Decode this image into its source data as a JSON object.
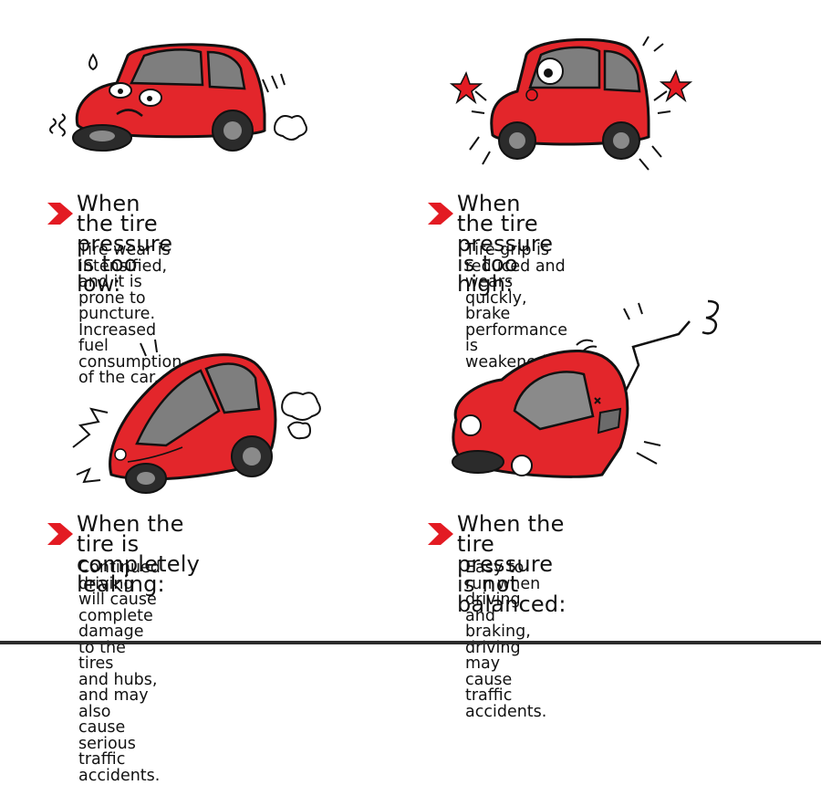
{
  "panels": [
    {
      "heading": "When the tire pressure\nis too low:",
      "body": "Tire wear is intensified,\nand it is prone to puncture.\nIncreased fuel consumption\nof the car.",
      "art": "sad-car-flat-tire"
    },
    {
      "heading": "When the tire pressure\nis too high:",
      "body": "Tire grip is reduced and wears\nquickly, brake performance is\nweakened.",
      "art": "bouncing-car"
    },
    {
      "heading": "When the tire is completely\nleaking:",
      "body": "Continued driving will cause\ncomplete damage to the tires\nand hubs, and may also cause\nserious traffic accidents.",
      "art": "crashed-car"
    },
    {
      "heading": "When the tire pressure\nis not balanced:",
      "body": "Easy to run when driving and\nbraking, driving may cause\ntraffic accidents.",
      "art": "tipping-car"
    }
  ],
  "colors": {
    "accent": "#e31b23",
    "car_body": "#e3262b",
    "ink": "#111111"
  },
  "icons": [
    "red-chevron-icon",
    "car-illustration"
  ]
}
